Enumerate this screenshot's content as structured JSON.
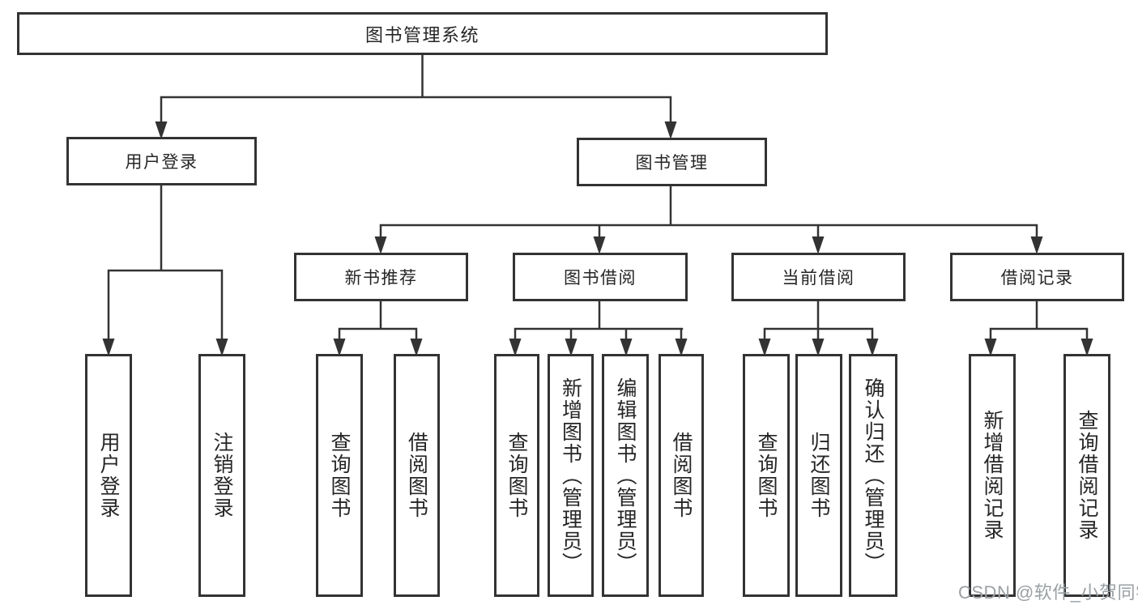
{
  "diagram_title": "图书管理系统",
  "colors": {
    "line": "#333333",
    "text": "#262626",
    "background": "#ffffff",
    "watermark_gray": "#9aa0a4"
  },
  "tree": {
    "root": {
      "label": "图书管理系统"
    },
    "branches": [
      {
        "label": "用户登录",
        "children": [
          "用户登录",
          "注销登录"
        ]
      },
      {
        "label": "图书管理",
        "groups": [
          {
            "label": "新书推荐",
            "children": [
              "查询图书",
              "借阅图书"
            ]
          },
          {
            "label": "图书借阅",
            "children": [
              "查询图书",
              "新增图书（管理员）",
              "编辑图书（管理员）",
              "借阅图书"
            ]
          },
          {
            "label": "当前借阅",
            "children": [
              "查询图书",
              "归还图书",
              "确认归还（管理员）"
            ]
          },
          {
            "label": "借阅记录",
            "children": [
              "新增借阅记录",
              "查询借阅记录"
            ]
          }
        ]
      }
    ]
  },
  "watermark": {
    "text": "CSDN @软件_小贺同学"
  }
}
